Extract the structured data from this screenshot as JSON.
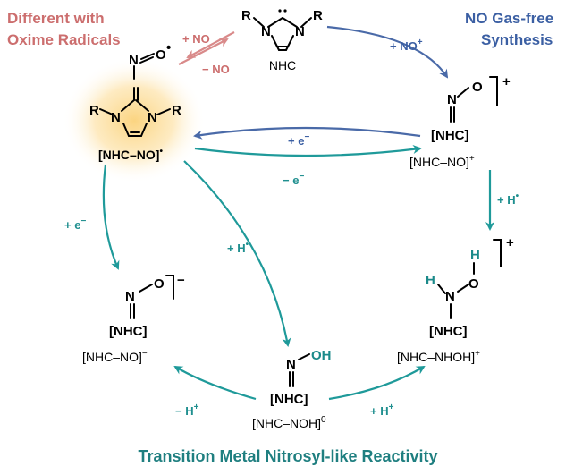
{
  "titles": {
    "oxime_line1": "Different with",
    "oxime_line2": "Oxime Radicals",
    "gasfree_line1": "NO Gas-free",
    "gasfree_line2": "Synthesis",
    "bottom": "Transition Metal Nitrosyl-like Reactivity"
  },
  "structures": {
    "nhc": {
      "label": "NHC",
      "r_left": "R",
      "r_right": "R",
      "n": "N"
    },
    "radical": {
      "label": "[NHC–NO]",
      "label_sup": "•",
      "r_left": "R",
      "r_right": "R",
      "n": "N",
      "n_top": "N",
      "o": "O",
      "o_sup": "•"
    },
    "cation": {
      "core": "[NHC]",
      "label": "[NHC–NO]",
      "label_sup": "+",
      "n": "N",
      "o": "O",
      "charge": "+"
    },
    "anion": {
      "core": "[NHC]",
      "label": "[NHC–NO]",
      "label_sup": "−",
      "n": "N",
      "o": "O",
      "charge": "−"
    },
    "nhc_noh": {
      "core": "[NHC]",
      "label": "[NHC–NOH]",
      "label_sup": "0",
      "n": "N",
      "oh": "OH"
    },
    "nhc_nhoh": {
      "core": "[NHC]",
      "label": "[NHC–NHOH]",
      "label_sup": "+",
      "n": "N",
      "o": "O",
      "h_n": "H",
      "h_o": "H",
      "charge": "+"
    }
  },
  "arrows": {
    "add_no": "+ NO",
    "remove_no": "− NO",
    "add_no_plus": "+ NO",
    "add_no_plus_sup": "+",
    "reduce": "+ e",
    "reduce_sup": "−",
    "oxidize": "− e",
    "oxidize_sup": "−",
    "h_to_nhoh": "+ H",
    "h_to_nhoh_sup": "•",
    "e_to_anion": "+ e",
    "e_to_anion_sup": "−",
    "h_to_noh": "+ H",
    "h_to_noh_sup": "•",
    "minus_h_plus": "− H",
    "minus_h_plus_sup": "+",
    "plus_h_plus": "+ H",
    "plus_h_plus_sup": "+"
  },
  "colors": {
    "red": "#cc6e6e",
    "blue": "#3b5fa3",
    "teal": "#1f8f8f",
    "highlight": "#f8c96a"
  }
}
